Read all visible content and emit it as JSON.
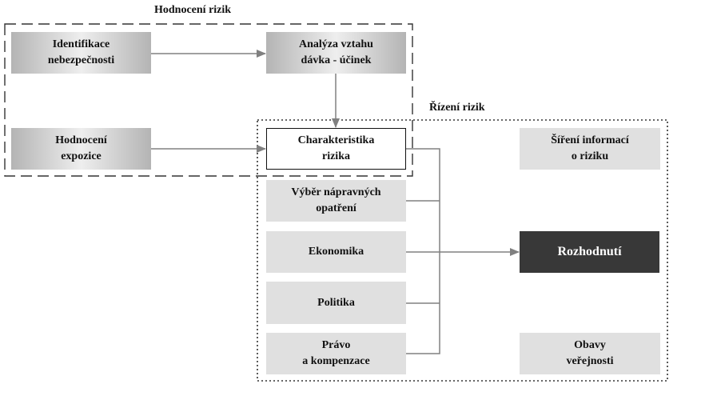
{
  "regions": {
    "assessment_label": "Hodnocení rizik",
    "management_label": "Řízení rizik"
  },
  "boxes": {
    "hazard_identification": "Identifikace\nnebezpečnosti",
    "dose_response": "Analýza vztahu\ndávka - účinek",
    "exposure_assessment": "Hodnocení\nexpozice",
    "risk_characterization": "Charakteristika\nrizika",
    "remedial_measures": "Výběr nápravných\nopatření",
    "economics": "Ekonomika",
    "politics": "Politika",
    "law_compensation": "Právo\na kompenzace",
    "risk_communication": "Šíření informací\no riziku",
    "decision": "Rozhodnutí",
    "public_concerns": "Obavy\nveřejnosti"
  },
  "colors": {
    "line": "#808080",
    "frame": "#333333",
    "decision_fill": "#383838",
    "box_fill": "#e0e0e0"
  }
}
